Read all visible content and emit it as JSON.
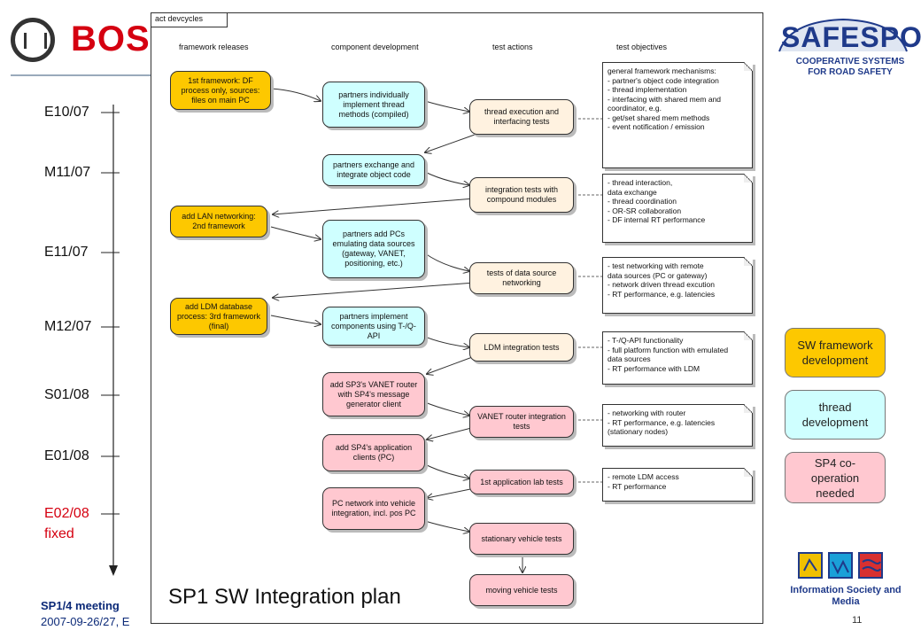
{
  "header": {
    "brand": "BOS"
  },
  "timeline": {
    "labels": [
      "E10/07",
      "M11/07",
      "E11/07",
      "M12/07",
      "S01/08",
      "E01/08",
      "E02/08",
      "fixed"
    ]
  },
  "footer": {
    "meeting": "SP1/4 meeting",
    "date": "2007-09-26/27, E",
    "page": "11"
  },
  "slide_title": "SP1 SW Integration plan",
  "diagram": {
    "frame_title": "act devcycles",
    "columns": [
      "framework releases",
      "component development",
      "test actions",
      "test objectives"
    ],
    "framework": [
      "1st framework: DF process only, sources: files on main PC",
      "add LAN networking: 2nd framework",
      "add LDM database process: 3rd framework (final)"
    ],
    "components": [
      "partners individually implement thread methods (compiled)",
      "partners exchange and integrate object code",
      "partners add PCs emulating data sources (gateway, VANET, positioning, etc.)",
      "partners implement components using T-/Q-API",
      "add SP3's VANET router with SP4's message generator client",
      "add SP4's application clients (PC)",
      "PC network into vehicle integration, incl. pos PC"
    ],
    "tests": [
      "thread execution and interfacing tests",
      "integration tests with compound modules",
      "tests of data source networking",
      "LDM integration tests",
      "VANET router integration tests",
      "1st application lab tests",
      "stationary vehicle tests",
      "moving vehicle tests"
    ],
    "notes": [
      [
        "general framework mechanisms:",
        "- partner's object code integration",
        "- thread implementation",
        "- interfacing with shared mem and",
        "  coordinator, e.g.",
        "- get/set shared mem methods",
        "- event notification / emission"
      ],
      [
        "- thread interaction,",
        "  data exchange",
        "- thread coordination",
        "- OR-SR collaboration",
        "- DF internal RT performance"
      ],
      [
        "- test networking with remote",
        "  data sources (PC or gateway)",
        "- network driven thread excution",
        "- RT performance, e.g. latencies"
      ],
      [
        "- T-/Q-API functionality",
        "- full platform function with emulated",
        "  data sources",
        "- RT performance with LDM"
      ],
      [
        "- networking with router",
        "- RT performance, e.g. latencies",
        "  (stationary nodes)"
      ],
      [
        "- remote LDM access",
        "- RT performance"
      ]
    ]
  },
  "legend": [
    "SW framework development",
    "thread development",
    "SP4 co-operation needed"
  ],
  "logos": {
    "safespot": "SAFESPOT",
    "safespot_sub": "COOPERATIVE SYSTEMS FOR ROAD SAFETY",
    "isoc": "Information Society and Media"
  },
  "colors": {
    "framework": "#fdc800",
    "thread": "#cfffff",
    "sp4": "#ffc8d0",
    "test": "#fff2e0",
    "accent_red": "#d50010"
  }
}
